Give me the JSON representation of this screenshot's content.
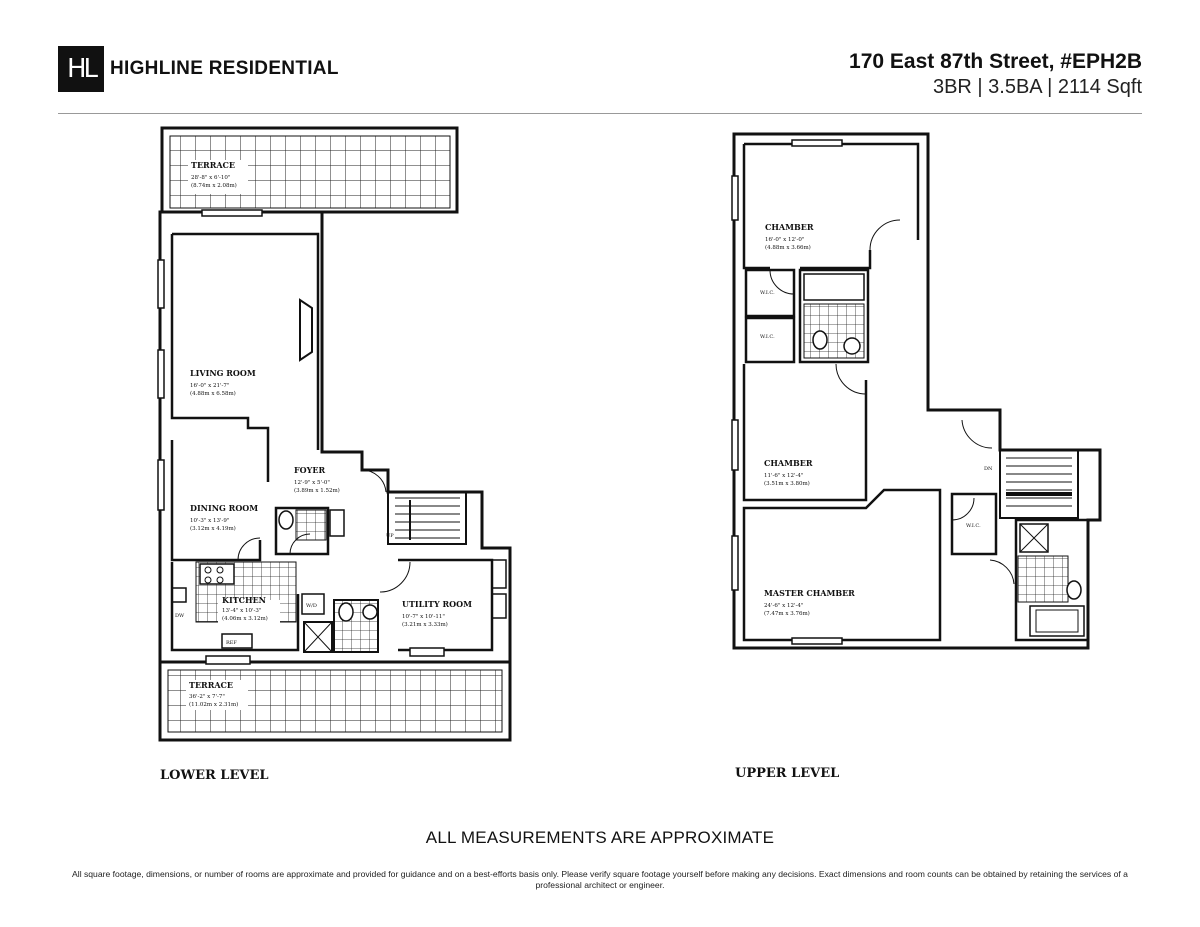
{
  "header": {
    "logo_text": "HL",
    "brand": "HIGHLINE RESIDENTIAL",
    "address": "170 East 87th Street, #EPH2B",
    "specs": "3BR | 3.5BA | 2114 Sqft"
  },
  "lower_level": {
    "label": "LOWER LEVEL",
    "rooms": {
      "terrace_top": {
        "name": "TERRACE",
        "dim": "28'-8\" x 6'-10\"",
        "metric": "(8.74m x 2.08m)"
      },
      "living": {
        "name": "LIVING ROOM",
        "dim": "16'-0\" x 21'-7\"",
        "metric": "(4.88m x 6.58m)"
      },
      "foyer": {
        "name": "FOYER",
        "dim": "12'-9\" x 5'-0\"",
        "metric": "(3.89m x 1.52m)"
      },
      "dining": {
        "name": "DINING ROOM",
        "dim": "10'-3\" x 13'-9\"",
        "metric": "(3.12m x 4.19m)"
      },
      "kitchen": {
        "name": "KITCHEN",
        "dim": "13'-4\" x 10'-3\"",
        "metric": "(4.06m x 3.12m)"
      },
      "utility": {
        "name": "UTILITY ROOM",
        "dim": "10'-7\" x 10'-11\"",
        "metric": "(3.21m x 3.33m)"
      },
      "terrace_bottom": {
        "name": "TERRACE",
        "dim": "36'-2\" x 7'-7\"",
        "metric": "(11.02m x 2.31m)"
      }
    },
    "tags": {
      "wd": "W/D",
      "dw": "DW",
      "ref": "REF",
      "up": "UP"
    }
  },
  "upper_level": {
    "label": "UPPER LEVEL",
    "rooms": {
      "chamber1": {
        "name": "CHAMBER",
        "dim": "16'-0\" x 12'-0\"",
        "metric": "(4.88m x 3.66m)"
      },
      "chamber2": {
        "name": "CHAMBER",
        "dim": "11'-6\" x 12'-4\"",
        "metric": "(3.51m x 3.80m)"
      },
      "master": {
        "name": "MASTER CHAMBER",
        "dim": "24'-6\" x 12'-4\"",
        "metric": "(7.47m x 3.76m)"
      }
    },
    "tags": {
      "wic1": "W.I.C.",
      "wic2": "W.I.C.",
      "wic3": "W.I.C.",
      "dn": "DN"
    }
  },
  "footer": {
    "approx": "ALL MEASUREMENTS ARE APPROXIMATE",
    "disclaimer": "All square footage, dimensions, or number of rooms are approximate and provided for guidance and on a best-efforts basis only. Please verify square footage yourself before making any decisions. Exact dimensions and room counts can be obtained by retaining the services of a professional architect or engineer."
  }
}
